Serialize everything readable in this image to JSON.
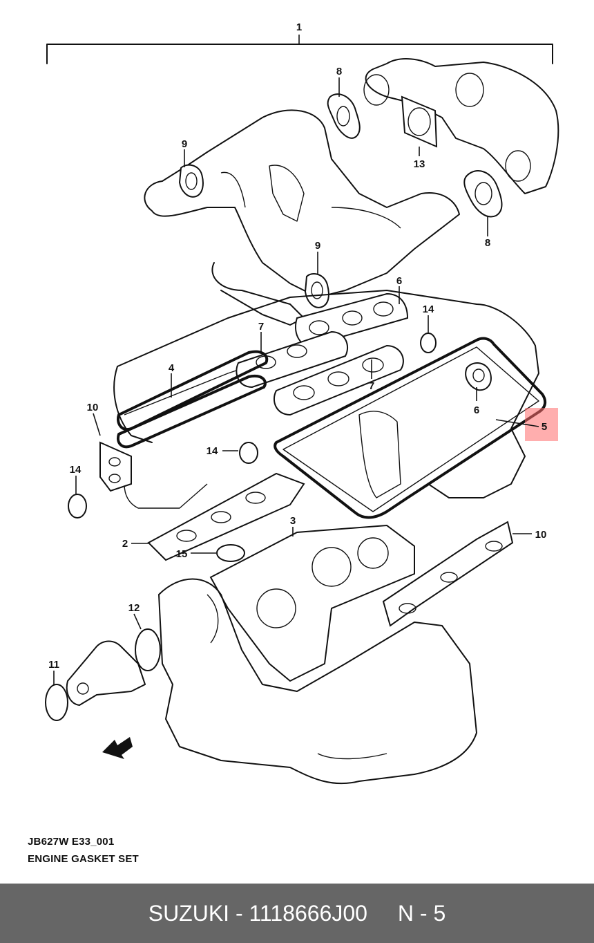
{
  "diagram": {
    "callouts": {
      "c1": "1",
      "c2": "2",
      "c3": "3",
      "c4": "4",
      "c5": "5",
      "c6a": "6",
      "c6b": "6",
      "c7a": "7",
      "c7b": "7",
      "c8a": "8",
      "c8b": "8",
      "c9a": "9",
      "c9b": "9",
      "c10a": "10",
      "c10b": "10",
      "c11": "11",
      "c12": "12",
      "c13": "13",
      "c14a": "14",
      "c14b": "14",
      "c14c": "14",
      "c15": "15"
    },
    "highlight_color": "#ff6b6b"
  },
  "caption": {
    "code": "JB627W E33_001",
    "title": "ENGINE GASKET SET"
  },
  "footer": {
    "brand_part": "SUZUKI - 1118666J00",
    "position": "N - 5",
    "background": "#666666"
  }
}
